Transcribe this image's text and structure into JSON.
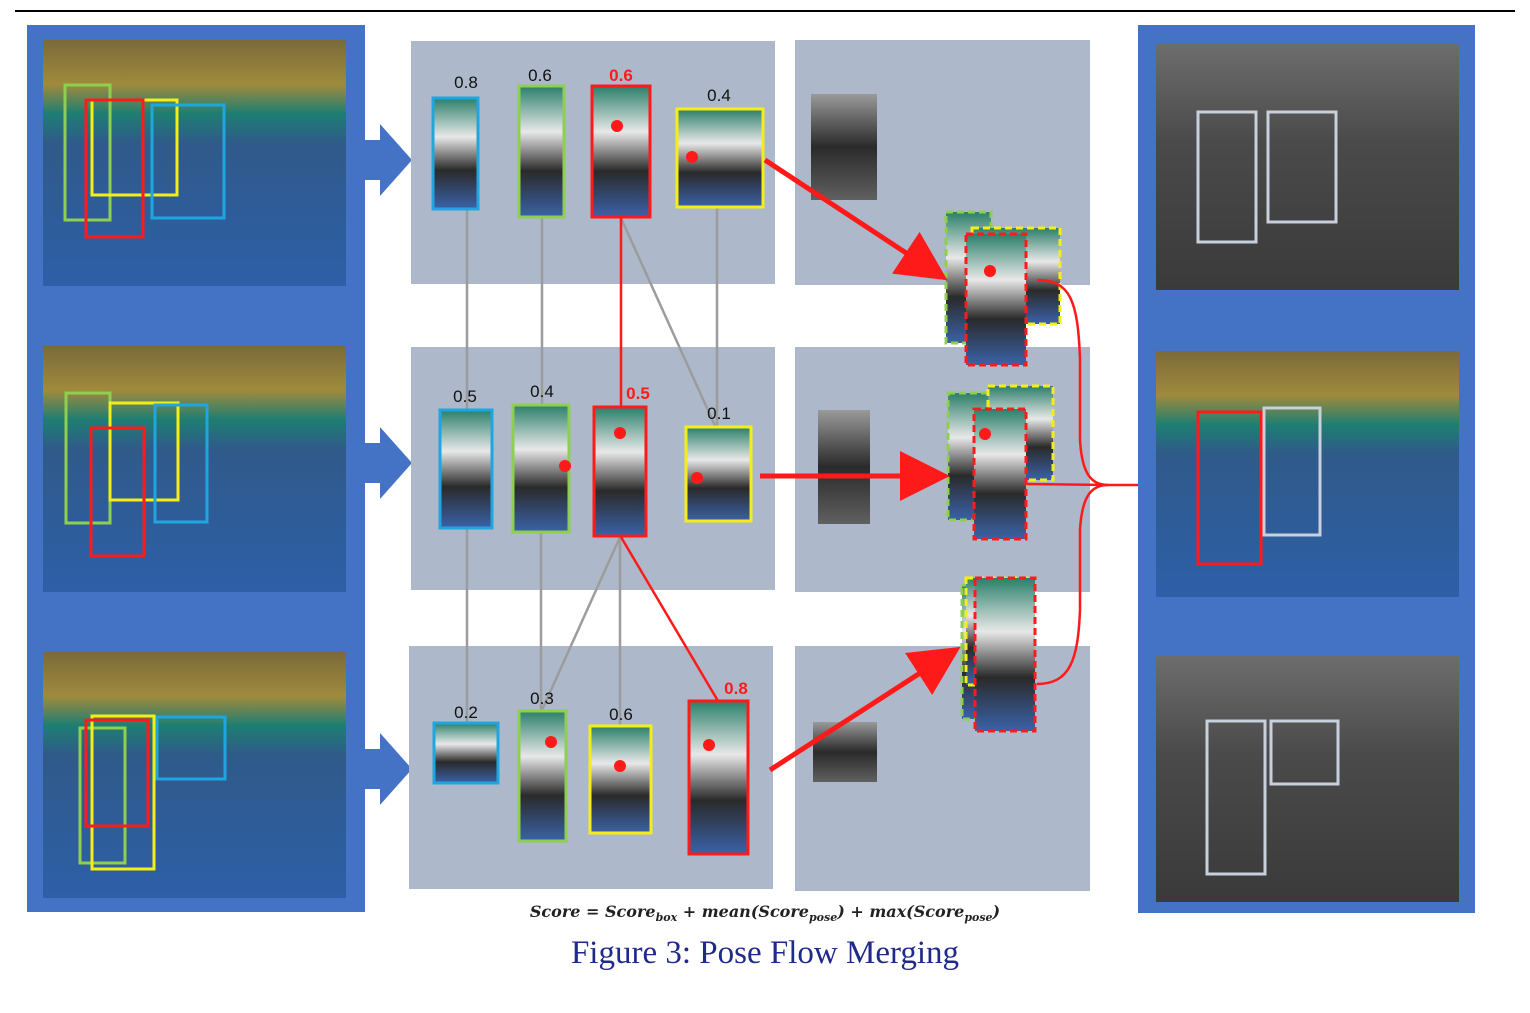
{
  "colors": {
    "blue_panel": "#4472c4",
    "gray_panel": "#adb9ca",
    "red": "#ff1a1a",
    "cyan": "#1fa6e0",
    "green": "#8fcf4f",
    "yellow": "#f5ee16",
    "gray_link": "#9c9c9c"
  },
  "frames": [
    {
      "scores": [
        "0.8",
        "0.6",
        "0.6",
        "0.4"
      ],
      "highlight_index": 2
    },
    {
      "scores": [
        "0.5",
        "0.4",
        "0.5",
        "0.1"
      ],
      "highlight_index": 2
    },
    {
      "scores": [
        "0.2",
        "0.3",
        "0.6",
        "0.8"
      ],
      "highlight_index": 3
    }
  ],
  "formula": {
    "lhs": "Score",
    "eq": " = ",
    "term1": "Score",
    "term1_sub": "box",
    "plus1": " + ",
    "term2_pre": "mean(Score",
    "term2_sub": "pose",
    "term2_post": ")",
    "plus2": " + ",
    "term3_pre": "max(Score",
    "term3_sub": "pose",
    "term3_post": ")"
  },
  "caption": "Figure 3: Pose Flow Merging"
}
